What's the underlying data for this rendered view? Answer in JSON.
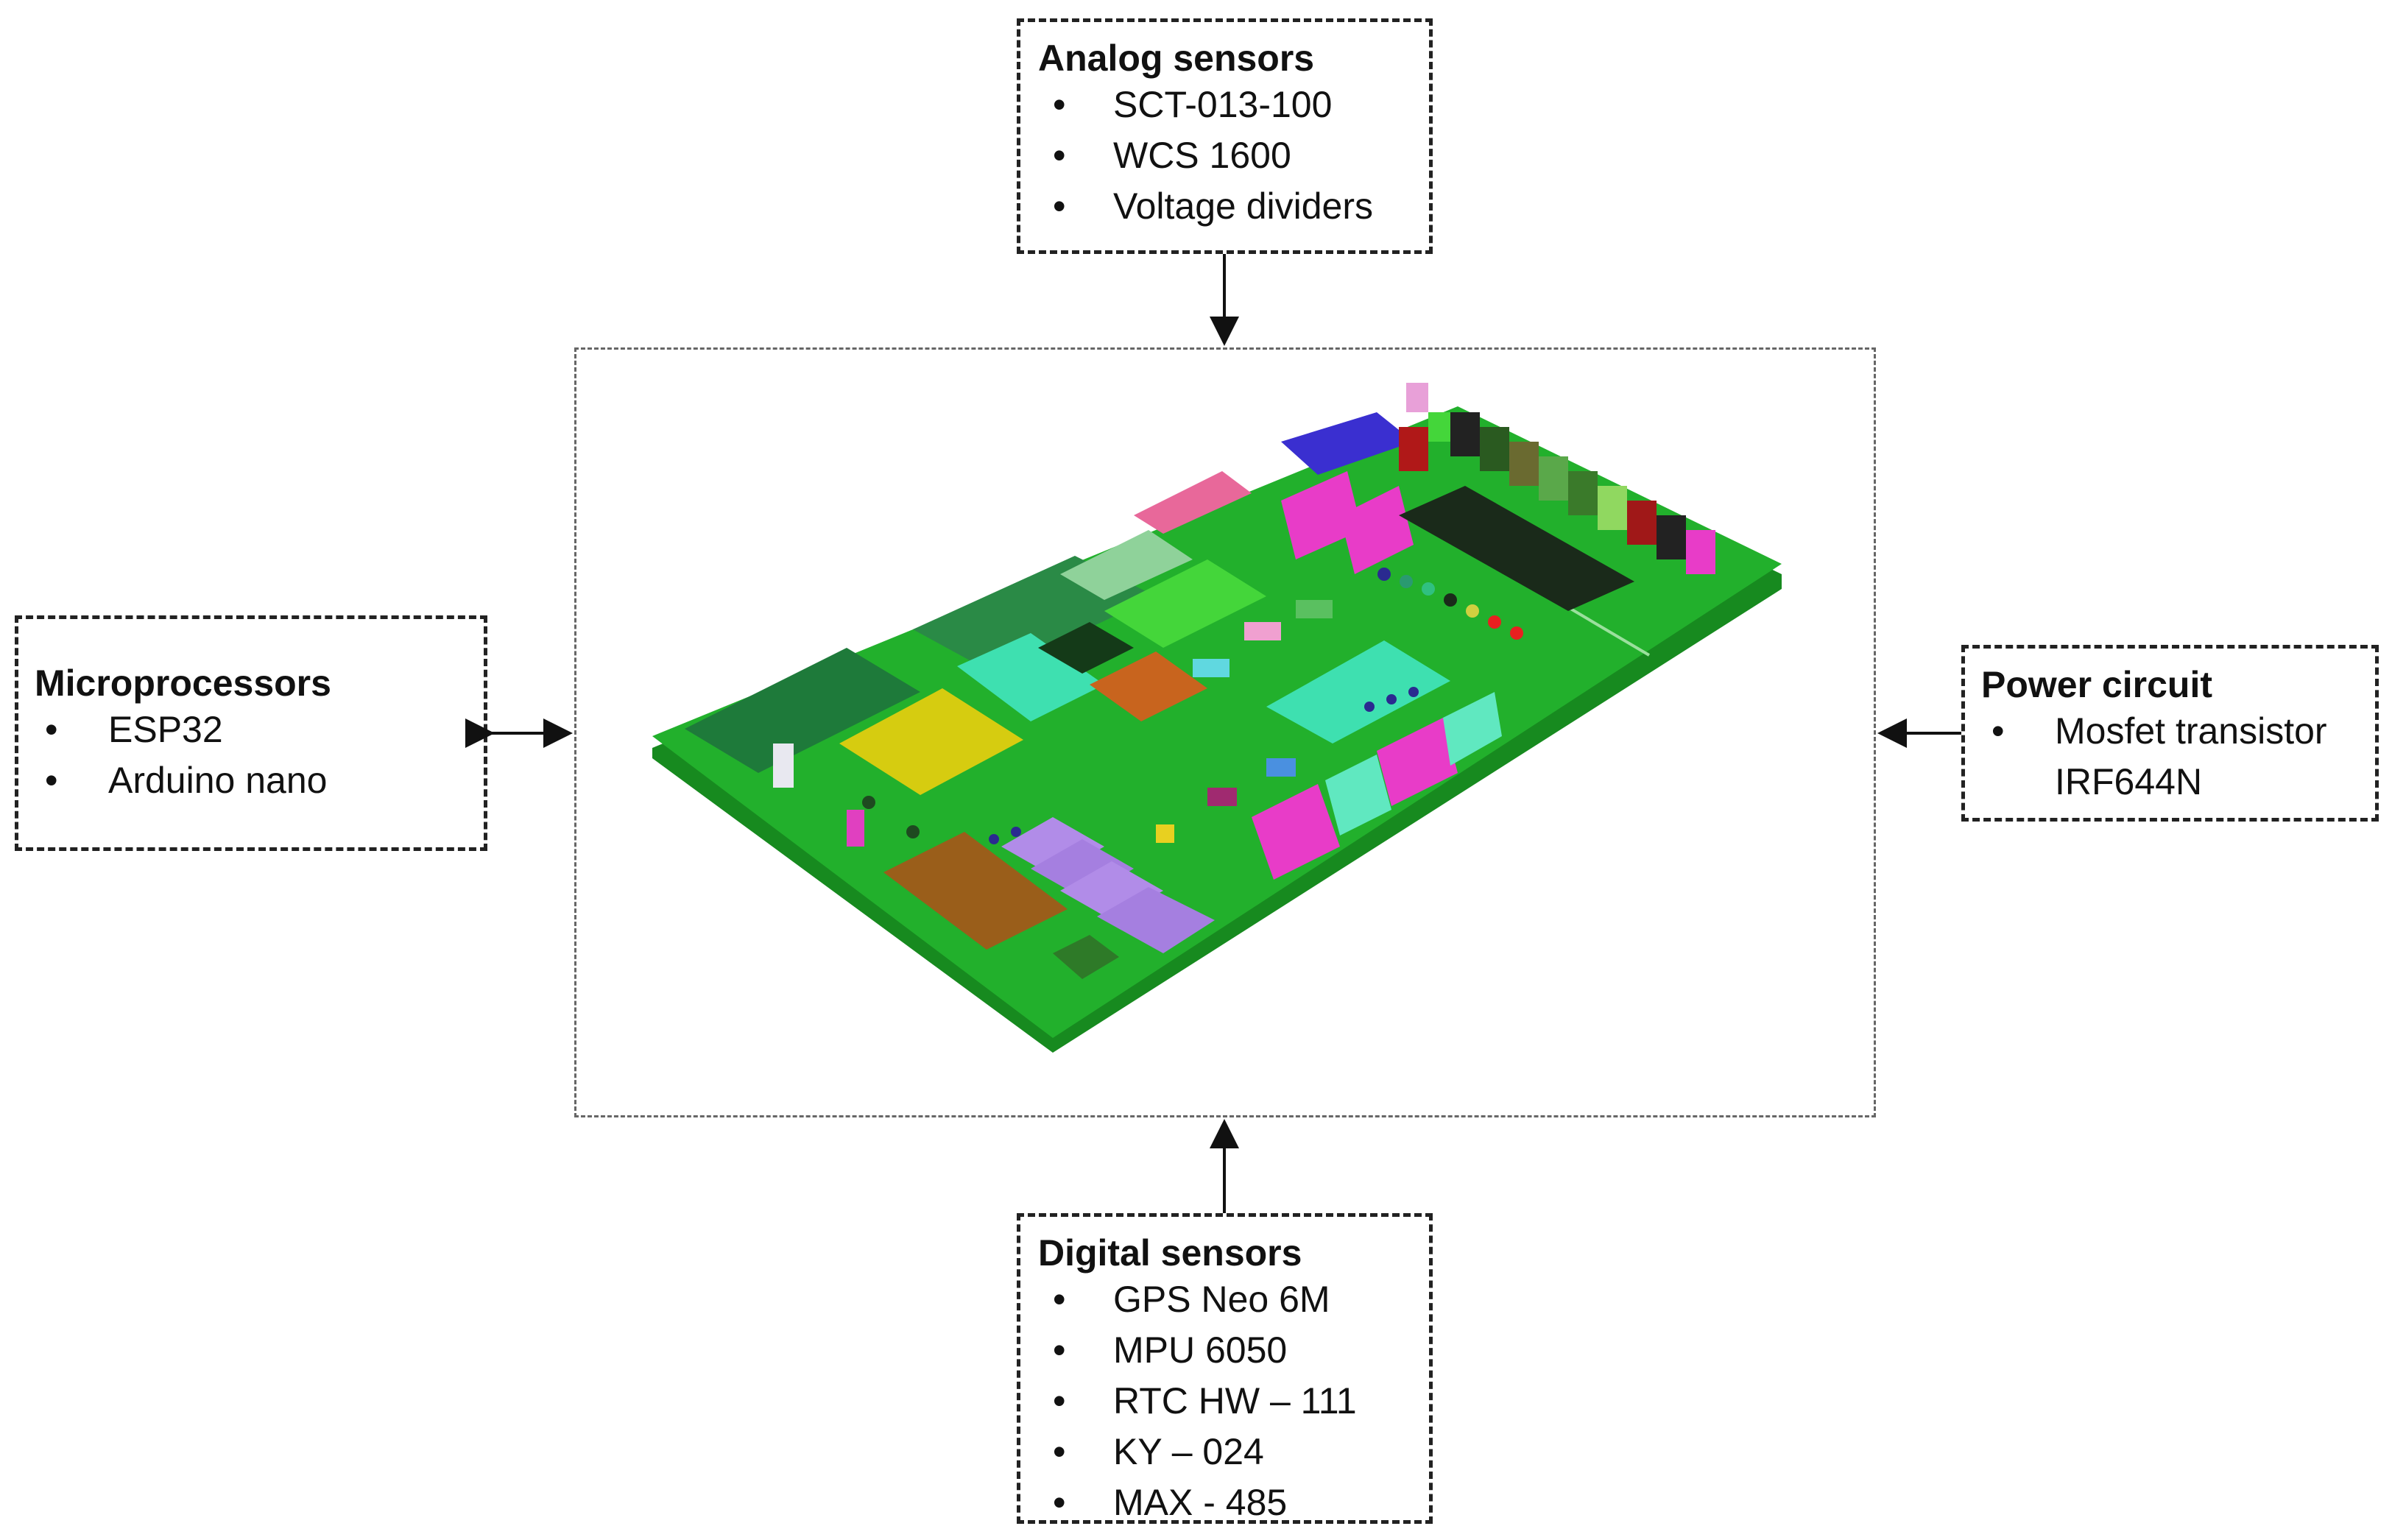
{
  "analog": {
    "title": "Analog sensors",
    "items": [
      "SCT-013-100",
      "WCS 1600",
      "Voltage dividers"
    ]
  },
  "microprocessors": {
    "title": "Microprocessors",
    "items": [
      "ESP32",
      "Arduino nano"
    ]
  },
  "power": {
    "title": "Power circuit",
    "items": [
      "Mosfet transistor",
      "IRF644N"
    ]
  },
  "digital": {
    "title": "Digital sensors",
    "items": [
      "GPS Neo 6M",
      "MPU 6050",
      "RTC HW – 111",
      "KY – 024",
      "MAX - 485"
    ]
  },
  "colors": {
    "board": "#22b02c",
    "border": "#222222"
  }
}
